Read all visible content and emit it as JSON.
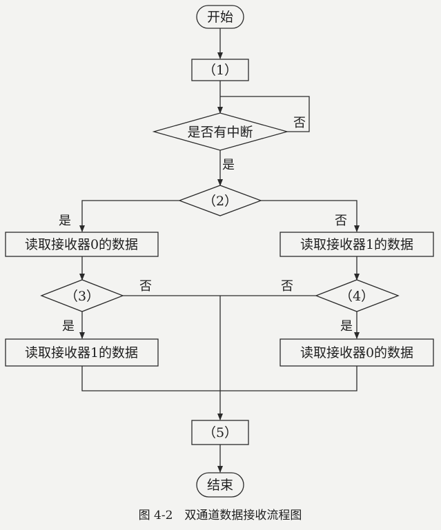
{
  "colors": {
    "line": "#2a2a2a",
    "fill": "#f3f3f1",
    "text": "#1e1e1e"
  },
  "nodes": {
    "start": "开始",
    "step1": "（1）",
    "interrupt": "是否有中断",
    "step2": "（2）",
    "read_left_top": "读取接收器0的数据",
    "read_right_top": "读取接收器1的数据",
    "step3": "（3）",
    "step4": "（4）",
    "read_left_bottom": "读取接收器1的数据",
    "read_right_bottom": "读取接收器0的数据",
    "step5": "（5）",
    "end": "结束"
  },
  "edge_labels": {
    "interrupt_no": "否",
    "interrupt_yes": "是",
    "step2_yes": "是",
    "step2_no": "否",
    "step3_no": "否",
    "step4_no": "否",
    "step3_yes": "是",
    "step4_yes": "是"
  },
  "caption": "图 4-2　双通道数据接收流程图"
}
